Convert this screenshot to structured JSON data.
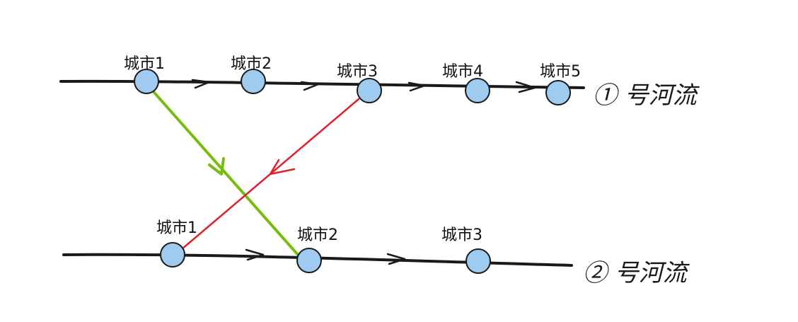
{
  "colors": {
    "river": "#1a1a1a",
    "node_fill": "#9ecbef",
    "node_stroke": "#1a1a1a",
    "arrow_green": "#76bd0f",
    "arrow_red": "#e0202c",
    "label": "#111111"
  },
  "river1": {
    "label": "① 号河流",
    "cities": [
      "城市1",
      "城市2",
      "城市3",
      "城市4",
      "城市5"
    ]
  },
  "river2": {
    "label": "② 号河流",
    "cities": [
      "城市1",
      "城市2",
      "城市3"
    ]
  },
  "cross_links": [
    {
      "from_river": 1,
      "from_city": "城市1",
      "to_river": 2,
      "to_city": "城市2",
      "color": "#76bd0f"
    },
    {
      "from_river": 1,
      "from_city": "城市3",
      "to_river": 2,
      "to_city": "城市1",
      "color": "#e0202c"
    }
  ]
}
